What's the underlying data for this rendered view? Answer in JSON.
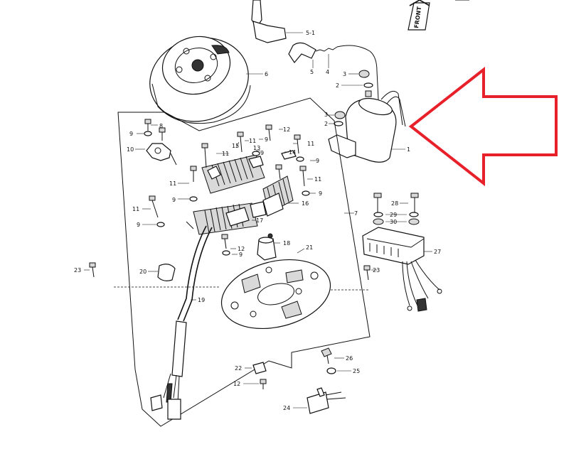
{
  "diagram": {
    "front_label": "FRONT",
    "callouts": {
      "c_5_1": "5-1",
      "c_5": "5",
      "c_4": "4",
      "c_6": "6",
      "c_3a": "3",
      "c_2a": "2",
      "c_3b": "3",
      "c_2b": "2",
      "c_1": "1",
      "c_8": "8",
      "c_9a": "9",
      "c_10": "10",
      "c_12a": "12",
      "c_15": "15",
      "c_11a": "11",
      "c_11b": "11",
      "c_13": "13",
      "c_9b": "9",
      "c_14": "14",
      "c_9c": "9",
      "c_11c": "11",
      "c_11d": "11",
      "c_9d": "9",
      "c_11e": "11",
      "c_9e": "9",
      "c_11f": "11",
      "c_9f": "9",
      "c_16": "16",
      "c_7": "7",
      "c_17": "17",
      "c_12b": "12",
      "c_9g": "9",
      "c_18": "18",
      "c_21": "21",
      "c_28": "28",
      "c_29": "29",
      "c_30": "30",
      "c_27": "27",
      "c_23a": "23",
      "c_20": "20",
      "c_23b": "23",
      "c_19": "19",
      "c_26": "26",
      "c_22": "22",
      "c_25": "25",
      "c_12c": "12",
      "c_24": "24"
    },
    "highlight_color": "#e8202a",
    "line_color": "#111111"
  }
}
